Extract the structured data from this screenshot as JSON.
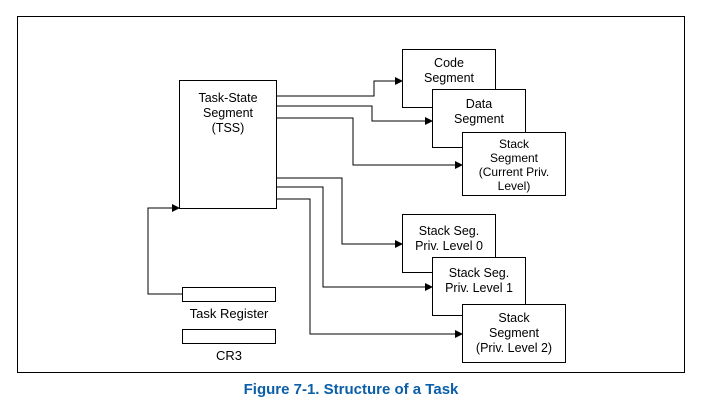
{
  "tss": {
    "line1": "Task-State",
    "line2": "Segment",
    "line3": "(TSS)"
  },
  "code_segment": {
    "line1": "Code",
    "line2": "Segment"
  },
  "data_segment": {
    "line1": "Data",
    "line2": "Segment"
  },
  "stack_current": {
    "line1": "Stack",
    "line2": "Segment",
    "line3": "(Current Priv.",
    "line4": "Level)"
  },
  "stack_pl0": {
    "line1": "Stack Seg.",
    "line2": "Priv. Level 0"
  },
  "stack_pl1": {
    "line1": "Stack Seg.",
    "line2": "Priv. Level 1"
  },
  "stack_pl2": {
    "line1": "Stack",
    "line2": "Segment",
    "line3": "(Priv. Level 2)"
  },
  "task_register_label": "Task Register",
  "cr3_label": "CR3",
  "caption": "Figure 7-1.  Structure of a Task",
  "colors": {
    "caption": "#0b5ea8",
    "lines": "#000000"
  }
}
